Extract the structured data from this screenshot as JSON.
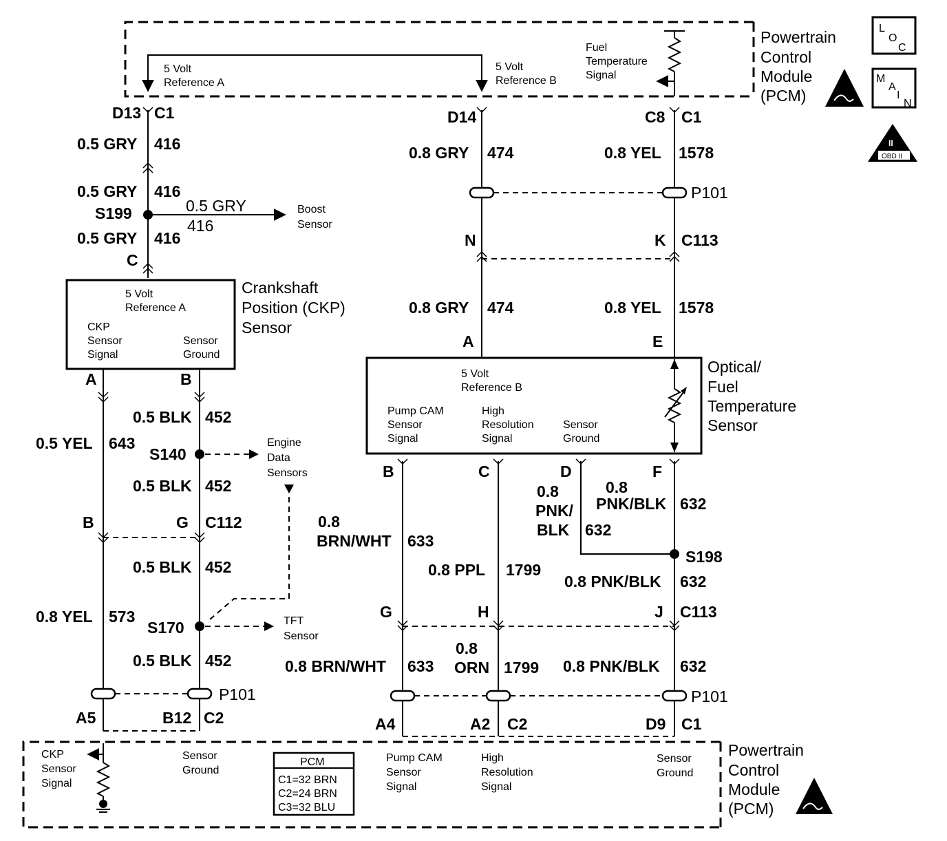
{
  "pcm_top": {
    "title_lines": [
      "Powertrain",
      "Control",
      "Module",
      "(PCM)"
    ],
    "ref_a_lines": [
      "5 Volt",
      "Reference A"
    ],
    "ref_b_lines": [
      "5 Volt",
      "Reference B"
    ],
    "fuel_temp_lines": [
      "Fuel",
      "Temperature",
      "Signal"
    ]
  },
  "badges": {
    "loc": [
      "L",
      "O",
      "C"
    ],
    "main": [
      "M",
      "A",
      "I",
      "N"
    ],
    "obd": [
      "II",
      "OBD II"
    ]
  },
  "ckp_sensor": {
    "title_lines": [
      "Crankshaft",
      "Position (CKP)",
      "Sensor"
    ],
    "ref_lines": [
      "5 Volt",
      "Reference A"
    ],
    "signal_lines": [
      "CKP",
      "Sensor",
      "Signal"
    ],
    "ground_lines": [
      "Sensor",
      "Ground"
    ]
  },
  "optical_sensor": {
    "title_lines": [
      "Optical/",
      "Fuel",
      "Temperature",
      "Sensor"
    ],
    "ref_lines": [
      "5 Volt",
      "Reference B"
    ],
    "pump_lines": [
      "Pump CAM",
      "Sensor",
      "Signal"
    ],
    "highres_lines": [
      "High",
      "Resolution",
      "Signal"
    ],
    "ground_lines": [
      "Sensor",
      "Ground"
    ]
  },
  "boost_lines": [
    "Boost",
    "Sensor"
  ],
  "engine_data_lines": [
    "Engine",
    "Data",
    "Sensors"
  ],
  "tft_lines": [
    "TFT",
    "Sensor"
  ],
  "pcm_bottom": {
    "title_lines": [
      "Powertrain",
      "Control",
      "Module",
      "(PCM)"
    ],
    "ckp_lines": [
      "CKP",
      "Sensor",
      "Signal"
    ],
    "ground_lines": [
      "Sensor",
      "Ground"
    ],
    "pump_lines": [
      "Pump CAM",
      "Sensor",
      "Signal"
    ],
    "highres_lines": [
      "High",
      "Resolution",
      "Signal"
    ],
    "ground2_lines": [
      "Sensor",
      "Ground"
    ],
    "legend_title": "PCM",
    "legend_rows": [
      "C1=32 BRN",
      "C2=24 BRN",
      "C3=32 BLU"
    ]
  },
  "labels": {
    "d13": "D13",
    "c1_top_left": "C1",
    "w416_1": "0.5 GRY",
    "c416_1": "416",
    "w416_2": "0.5 GRY",
    "c416_2": "416",
    "s199": "S199",
    "boost_wire": "0.5 GRY",
    "boost_circ": "416",
    "w416_3": "0.5 GRY",
    "c416_3": "416",
    "pin_c": "C",
    "pin_a_ckp": "A",
    "pin_b_ckp": "B",
    "w452_1": "0.5 BLK",
    "c452_1": "452",
    "w643": "0.5 YEL",
    "c643": "643",
    "s140": "S140",
    "w452_2": "0.5 BLK",
    "c452_2": "452",
    "pin_b_c112": "B",
    "pin_g_c112": "G",
    "c112": "C112",
    "w452_3": "0.5 BLK",
    "c452_3": "452",
    "w573": "0.8 YEL",
    "c573": "573",
    "s170": "S170",
    "w452_4": "0.5 BLK",
    "c452_4": "452",
    "p101_left": "P101",
    "a5": "A5",
    "b12": "B12",
    "c2_left": "C2",
    "d14": "D14",
    "c8": "C8",
    "c1_top_right": "C1",
    "w474_1": "0.8 GRY",
    "c474_1": "474",
    "w1578_1": "0.8 YEL",
    "c1578_1": "1578",
    "p101_top": "P101",
    "pin_n": "N",
    "pin_k": "K",
    "c113_top": "C113",
    "w474_2": "0.8 GRY",
    "c474_2": "474",
    "w1578_2": "0.8 YEL",
    "c1578_2": "1578",
    "pin_a_opt": "A",
    "pin_e_opt": "E",
    "pin_b_opt": "B",
    "pin_c_opt": "C",
    "pin_d_opt": "D",
    "pin_f_opt": "F",
    "w632_d_1": "0.8",
    "w632_d_2": "PNK/",
    "w632_d_3": "BLK",
    "c632_d": "632",
    "w632_f_1": "0.8",
    "w632_f_2": "PNK/BLK",
    "c632_f": "632",
    "w633_1": "0.8",
    "w633_2": "BRN/WHT",
    "c633_1": "633",
    "w1799_ppl": "0.8 PPL",
    "c1799_ppl": "1799",
    "s198": "S198",
    "w632_s198": "0.8 PNK/BLK",
    "c632_s198": "632",
    "pin_g_c113": "G",
    "pin_h_c113": "H",
    "pin_j_c113": "J",
    "c113_bottom": "C113",
    "w633_b": "0.8 BRN/WHT",
    "c633_b": "633",
    "w1799_orn_1": "0.8",
    "w1799_orn_2": "ORN",
    "c1799_orn": "1799",
    "w632_b": "0.8 PNK/BLK",
    "c632_b": "632",
    "p101_right": "P101",
    "a4": "A4",
    "a2": "A2",
    "c2_right": "C2",
    "d9": "D9",
    "c1_bottom_right": "C1"
  }
}
